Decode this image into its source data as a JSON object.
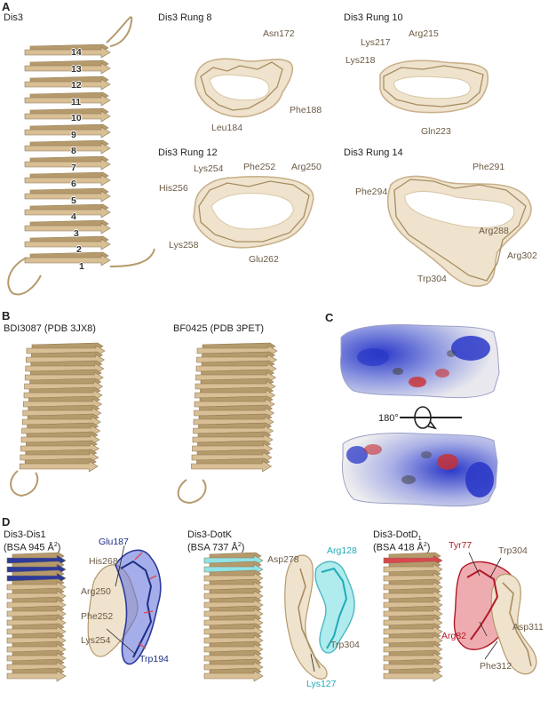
{
  "panels": {
    "A": {
      "label": "A",
      "structure_title": "Dis3",
      "rung_numbers": [
        "14",
        "13",
        "12",
        "11",
        "10",
        "9",
        "8",
        "7",
        "6",
        "5",
        "4",
        "3",
        "2",
        "1"
      ],
      "rung8": {
        "title": "Dis3 Rung 8",
        "residues": [
          "Asn172",
          "Phe188",
          "Leu184"
        ]
      },
      "rung10": {
        "title": "Dis3 Rung 10",
        "residues": [
          "Lys217",
          "Arg215",
          "Lys218",
          "Gln223"
        ]
      },
      "rung12": {
        "title": "Dis3 Rung 12",
        "residues": [
          "Lys254",
          "Phe252",
          "Arg250",
          "His256",
          "Lys258",
          "Glu262"
        ]
      },
      "rung14": {
        "title": "Dis3 Rung 14",
        "residues": [
          "Phe291",
          "Phe294",
          "Arg288",
          "Arg302",
          "Trp304"
        ]
      }
    },
    "B": {
      "label": "B",
      "left_title": "BDI3087 (PDB 3JX8)",
      "right_title": "BF0425 (PDB 3PET)"
    },
    "C": {
      "label": "C",
      "rotation": "180°"
    },
    "D": {
      "label": "D",
      "dis1": {
        "title": "Dis3-Dis1",
        "bsa": "(BSA 945 Å",
        "residues_left": [
          "His268",
          "Arg250",
          "Phe252",
          "Lys254"
        ],
        "residues_partner": [
          "Glu187",
          "Trp194"
        ]
      },
      "dotk": {
        "title": "Dis3-DotK",
        "bsa": "(BSA 737 Å",
        "residues_left": [
          "Asp278",
          "Trp304"
        ],
        "residues_partner": [
          "Arg128",
          "Lys127"
        ]
      },
      "dotd": {
        "title": "Dis3-DotD",
        "title_sub": "1",
        "bsa": "(BSA 418 Å",
        "residues_left": [
          "Trp304",
          "Asp311",
          "Phe312"
        ],
        "residues_partner": [
          "Tyr77",
          "Arg82"
        ]
      },
      "sup": "2",
      "close": ")"
    }
  },
  "colors": {
    "beige": "#d8bf95",
    "beige_dark": "#b59a6c",
    "map_fill": "#efe3cd",
    "blue": "#2c3a9a",
    "cyan": "#8fe3e6",
    "red": "#d9474f",
    "elec_blue": "#2a38c8",
    "elec_red": "#cc2f2f"
  }
}
